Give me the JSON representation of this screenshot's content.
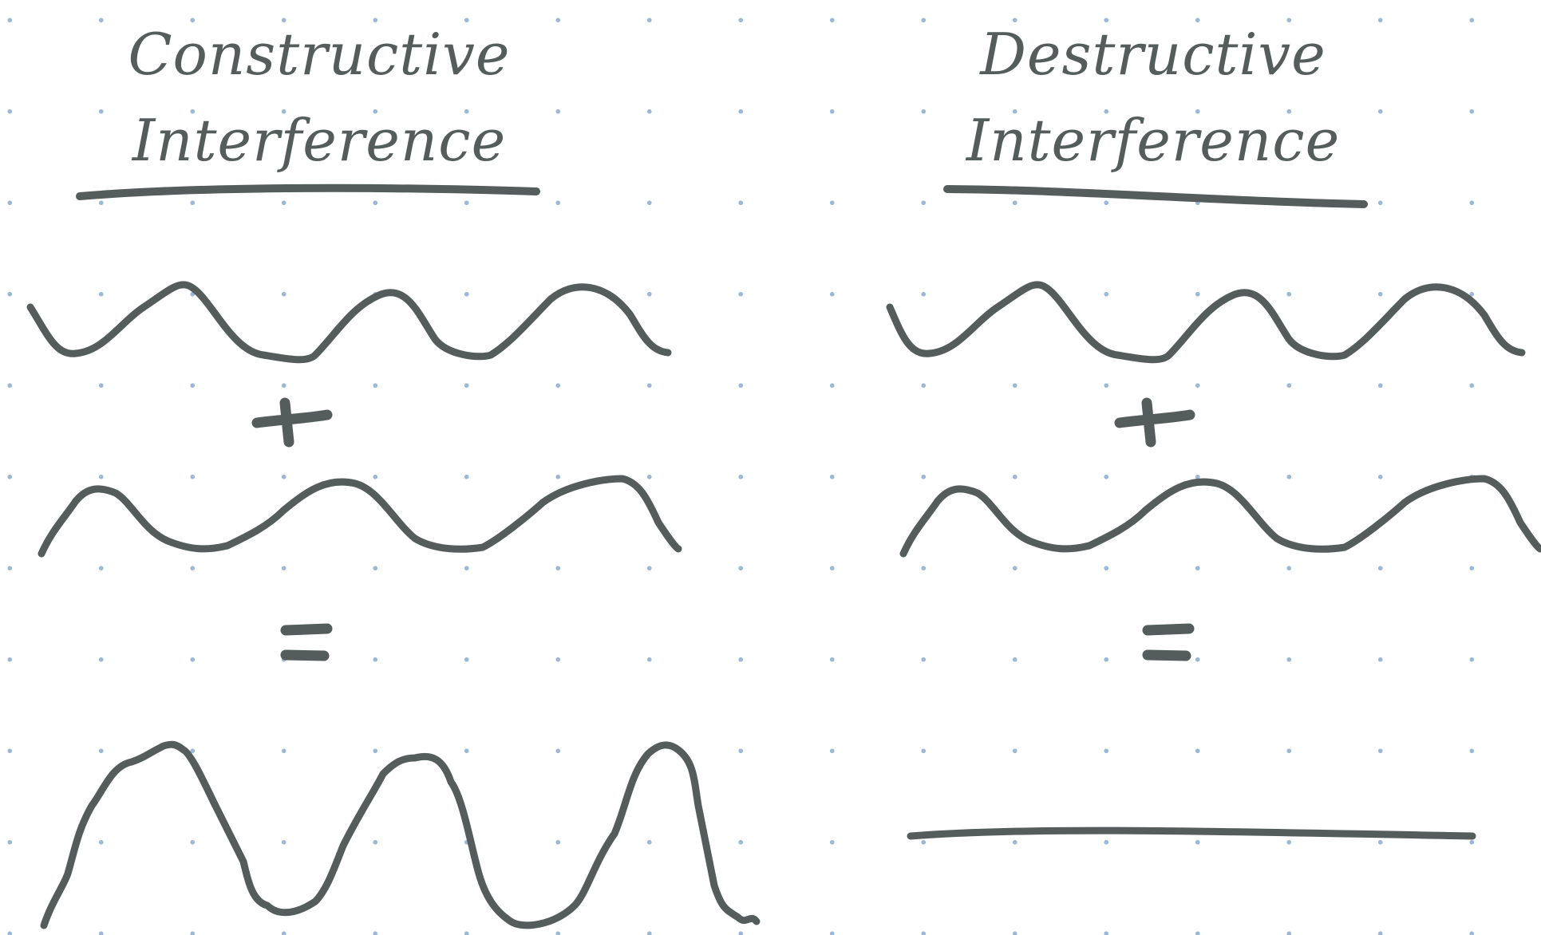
{
  "panels": [
    {
      "title_line1": "Constructive",
      "title_line2": "Interference",
      "plus_symbol": "+",
      "equals_symbol": "=",
      "result_label": "large-amplitude wave"
    },
    {
      "title_line1": "Destructive",
      "title_line2": "Interference",
      "plus_symbol": "+",
      "equals_symbol": "=",
      "result_label": "flat line"
    }
  ],
  "colors": {
    "ink": "#555d5c",
    "grid_dot": "#9bb8d6",
    "background": "#ffffff"
  }
}
